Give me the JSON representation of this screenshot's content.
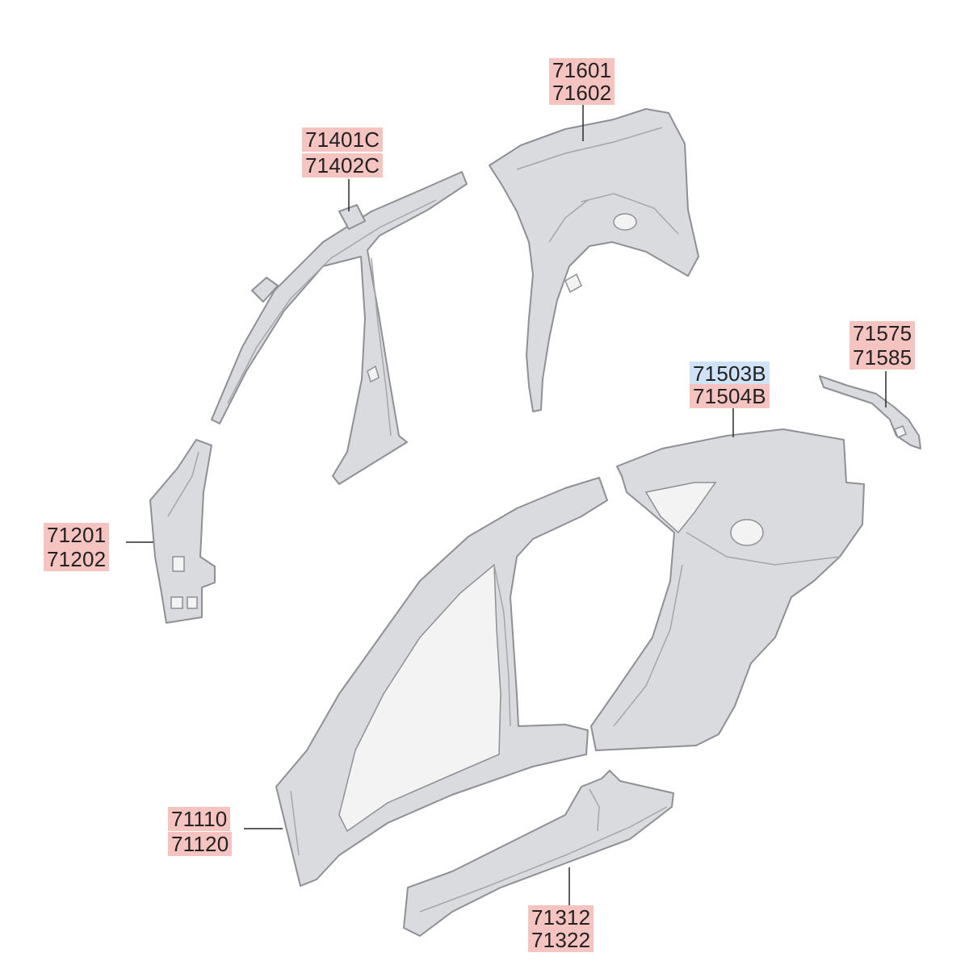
{
  "diagram": {
    "colors": {
      "part_fill": "#dadbde",
      "part_outline": "#8e9095",
      "label_highlight_red": "#f5c3c0",
      "label_highlight_blue": "#cfe2f6"
    },
    "labels": {
      "a_pillar_inner": {
        "line1": "71401C",
        "line2": "71402C"
      },
      "quarter_inner": {
        "line1": "71601",
        "line2": "71602"
      },
      "tail_lamp_bracket": {
        "line1": "71575",
        "line2": "71585"
      },
      "quarter_outer": {
        "line1": "71503B",
        "line2": "71504B"
      },
      "front_pillar_lower": {
        "line1": "71201",
        "line2": "71202"
      },
      "side_outer": {
        "line1": "71110",
        "line2": "71120"
      },
      "sill": {
        "line1": "71312",
        "line2": "71322"
      }
    }
  }
}
